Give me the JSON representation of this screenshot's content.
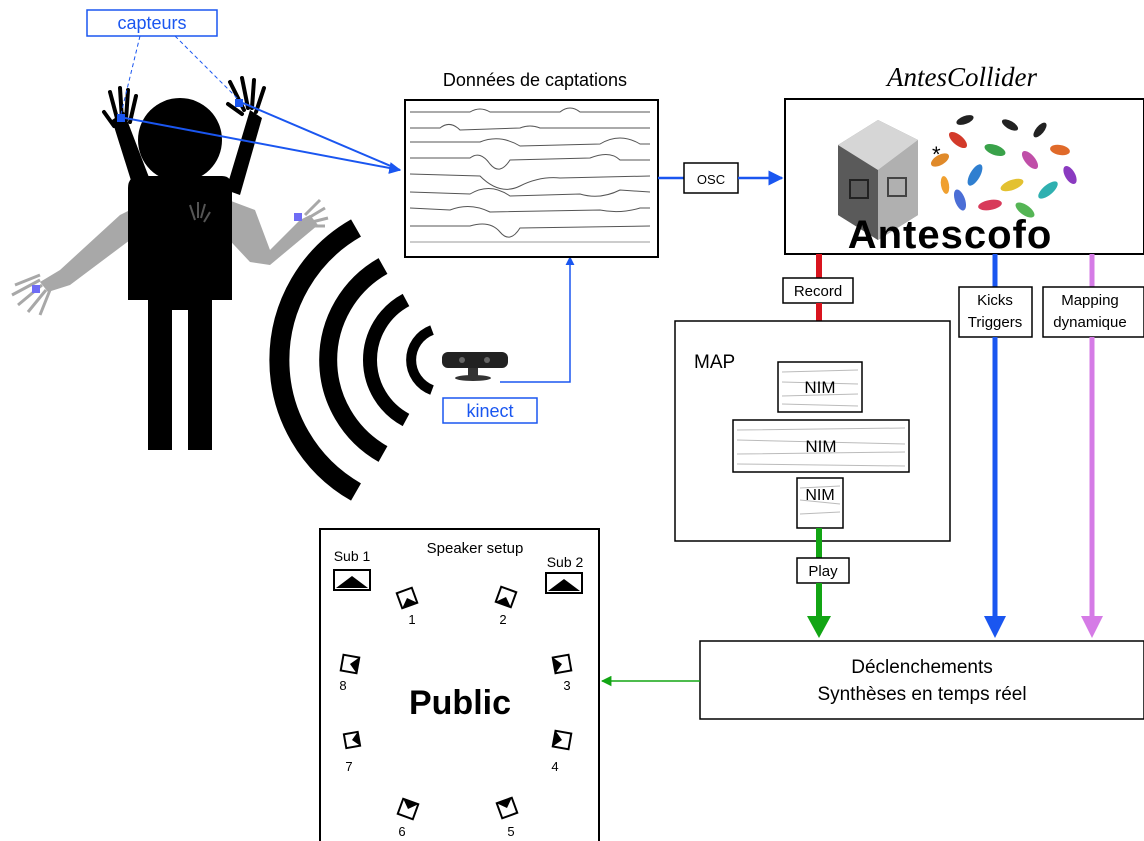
{
  "labels": {
    "capteurs": "capteurs",
    "kinect": "kinect",
    "donnees": "Données de captations",
    "osc": "OSC",
    "antescollider": "AntesCollider",
    "antescofo_logo": "Antescofo",
    "record": "Record",
    "kicks_line1": "Kicks",
    "kicks_line2": "Triggers",
    "mapping_line1": "Mapping",
    "mapping_line2": "dynamique",
    "map": "MAP",
    "nim1": "NIM",
    "nim2": "NIM",
    "nim3": "NIM",
    "play": "Play",
    "declenchements_line1": "Déclenchements",
    "declenchements_line2": "Synthèses en temps réel",
    "speaker_setup": "Speaker setup",
    "sub1": "Sub 1",
    "sub2": "Sub 2",
    "public": "Public",
    "speakers": [
      "1",
      "2",
      "3",
      "4",
      "5",
      "6",
      "7",
      "8"
    ]
  },
  "colors": {
    "blue": "#1a56f0",
    "red": "#d9141e",
    "green": "#12a514",
    "violet": "#d57be6",
    "figure": "#000000",
    "ghost": "#a8a8a8"
  }
}
